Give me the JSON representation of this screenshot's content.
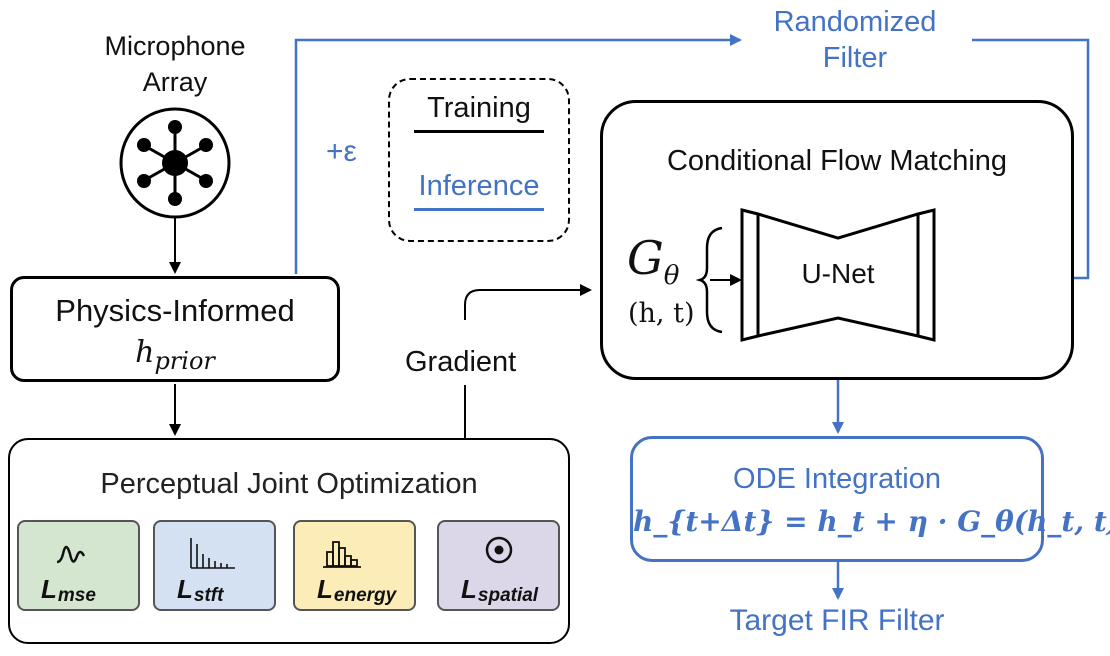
{
  "microphone": {
    "line1": "Microphone",
    "line2": "Array"
  },
  "legend": {
    "training": "Training",
    "inference": "Inference"
  },
  "noise_label": "+ε",
  "randomized_filter": {
    "line1": "Randomized",
    "line2": "Filter"
  },
  "physics": {
    "title": "Physics-Informed",
    "math_base": "h",
    "math_sub": "prior"
  },
  "gradient": "Gradient",
  "cfm": {
    "title": "Conditional Flow Matching",
    "g_symbol": "G",
    "g_sub": "θ",
    "g_args": "(h, t)",
    "unet": "U-Net"
  },
  "ode": {
    "title": "ODE Integration",
    "equation": "h_{t+Δt} = h_t + η · G_θ(h_t, t)"
  },
  "target": "Target FIR Filter",
  "optimization": {
    "title": "Perceptual Joint Optimization",
    "losses": [
      {
        "base": "L",
        "sub": "mse",
        "icon": "wave-icon",
        "color": "#d5e6d0"
      },
      {
        "base": "L",
        "sub": "stft",
        "icon": "spectrum-icon",
        "color": "#d4e1f3"
      },
      {
        "base": "L",
        "sub": "energy",
        "icon": "histogram-icon",
        "color": "#fbecb8"
      },
      {
        "base": "L",
        "sub": "spatial",
        "icon": "target-icon",
        "color": "#dcd7e8"
      }
    ]
  },
  "colors": {
    "inference_blue": "#4472c4",
    "black": "#000000"
  }
}
